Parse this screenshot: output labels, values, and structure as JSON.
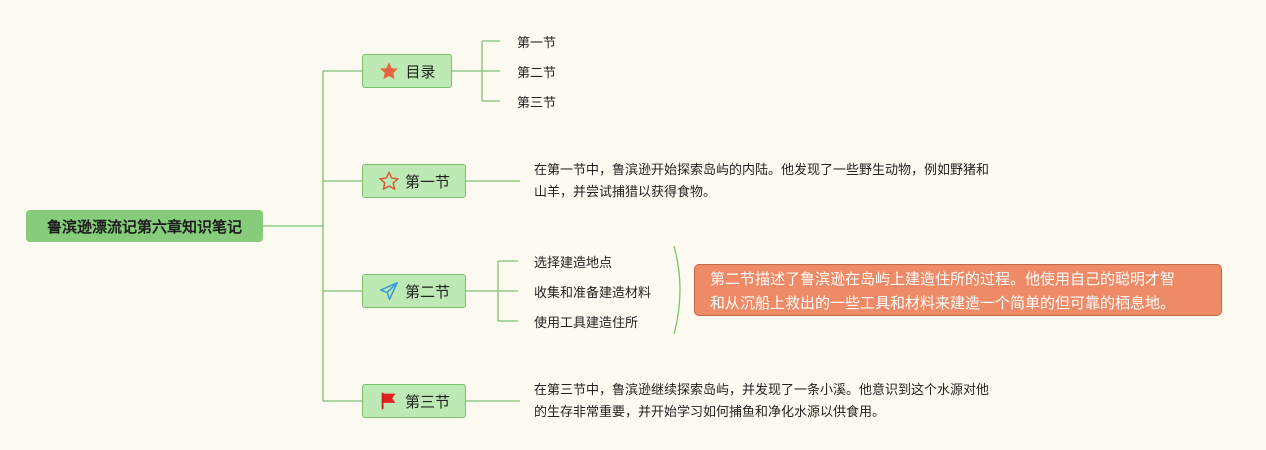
{
  "root": {
    "title": "鲁滨逊漂流记第六章知识笔记"
  },
  "branches": [
    {
      "label": "目录",
      "icon": "star-filled-icon",
      "children": [
        "第一节",
        "第二节",
        "第三节"
      ]
    },
    {
      "label": "第一节",
      "icon": "star-outline-icon",
      "note_lines": [
        "在第一节中，鲁滨逊开始探索岛屿的内陆。他发现了一些野生动物，例如野猪和",
        "山羊，并尝试捕猎以获得食物。"
      ]
    },
    {
      "label": "第二节",
      "icon": "paper-plane-icon",
      "children": [
        "选择建造地点",
        "收集和准备建造材料",
        "使用工具建造住所"
      ],
      "summary_lines": [
        "第二节描述了鲁滨逊在岛屿上建造住所的过程。他使用自己的聪明才智",
        "和从沉船上救出的一些工具和材料来建造一个简单的但可靠的栖息地。"
      ]
    },
    {
      "label": "第三节",
      "icon": "red-flag-icon",
      "note_lines": [
        "在第三节中，鲁滨逊继续探索岛屿，并发现了一条小溪。他意识到这个水源对他",
        "的生存非常重要，并开始学习如何捕鱼和净化水源以供食用。"
      ]
    }
  ],
  "colors": {
    "background": "#fdfbf1",
    "root_fill": "#86cc7b",
    "branch_fill": "#bde9b4",
    "branch_border": "#7cc16f",
    "connector": "#7cc16f",
    "callout_fill": "#ef8a67"
  }
}
